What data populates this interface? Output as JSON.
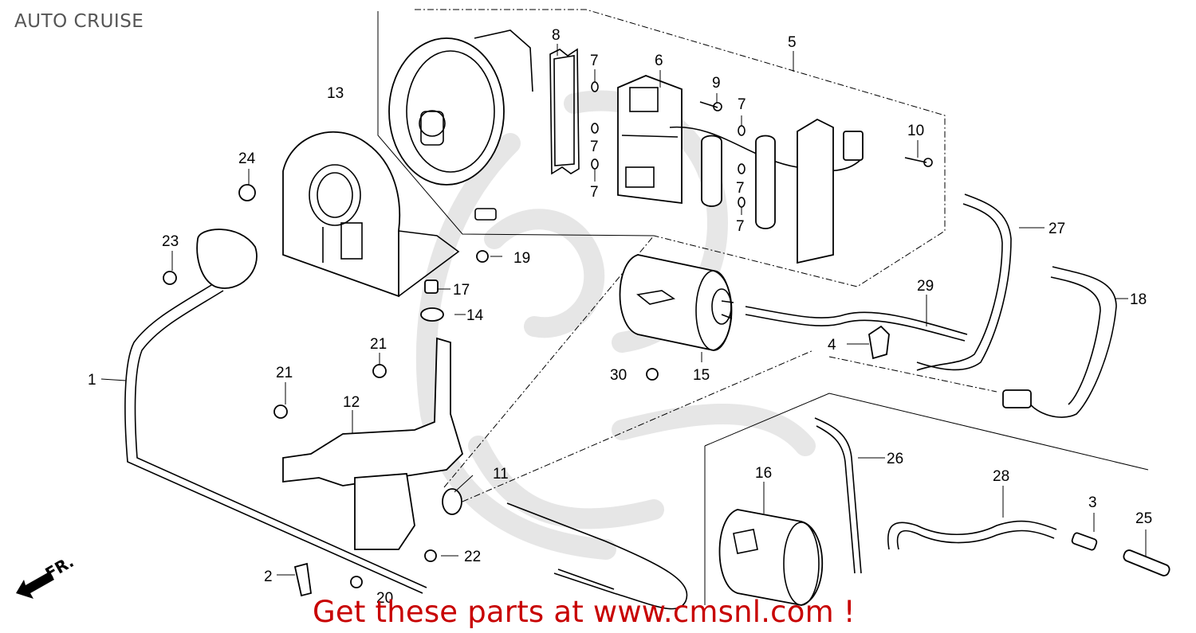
{
  "page": {
    "title": "AUTO CRUISE",
    "watermark": "Get these parts at www.cmsnl.com !",
    "watermark_color": "#c80000",
    "title_color": "#555555"
  },
  "direction_indicator": {
    "label": "FR."
  },
  "parts": [
    {
      "ref": "1",
      "label": "1"
    },
    {
      "ref": "2",
      "label": "2"
    },
    {
      "ref": "3",
      "label": "3"
    },
    {
      "ref": "4",
      "label": "4"
    },
    {
      "ref": "5",
      "label": "5"
    },
    {
      "ref": "6",
      "label": "6"
    },
    {
      "ref": "7a",
      "label": "7"
    },
    {
      "ref": "7b",
      "label": "7"
    },
    {
      "ref": "7c",
      "label": "7"
    },
    {
      "ref": "7d",
      "label": "7"
    },
    {
      "ref": "7e",
      "label": "7"
    },
    {
      "ref": "7f",
      "label": "7"
    },
    {
      "ref": "7g",
      "label": "7"
    },
    {
      "ref": "8",
      "label": "8"
    },
    {
      "ref": "9",
      "label": "9"
    },
    {
      "ref": "10",
      "label": "10"
    },
    {
      "ref": "11",
      "label": "11"
    },
    {
      "ref": "12",
      "label": "12"
    },
    {
      "ref": "13",
      "label": "13"
    },
    {
      "ref": "14",
      "label": "14"
    },
    {
      "ref": "15",
      "label": "15"
    },
    {
      "ref": "16",
      "label": "16"
    },
    {
      "ref": "17",
      "label": "17"
    },
    {
      "ref": "18",
      "label": "18"
    },
    {
      "ref": "19",
      "label": "19"
    },
    {
      "ref": "20",
      "label": "20"
    },
    {
      "ref": "21a",
      "label": "21"
    },
    {
      "ref": "21b",
      "label": "21"
    },
    {
      "ref": "22",
      "label": "22"
    },
    {
      "ref": "23",
      "label": "23"
    },
    {
      "ref": "24",
      "label": "24"
    },
    {
      "ref": "25",
      "label": "25"
    },
    {
      "ref": "26",
      "label": "26"
    },
    {
      "ref": "27",
      "label": "27"
    },
    {
      "ref": "28",
      "label": "28"
    },
    {
      "ref": "29",
      "label": "29"
    },
    {
      "ref": "30",
      "label": "30"
    }
  ]
}
